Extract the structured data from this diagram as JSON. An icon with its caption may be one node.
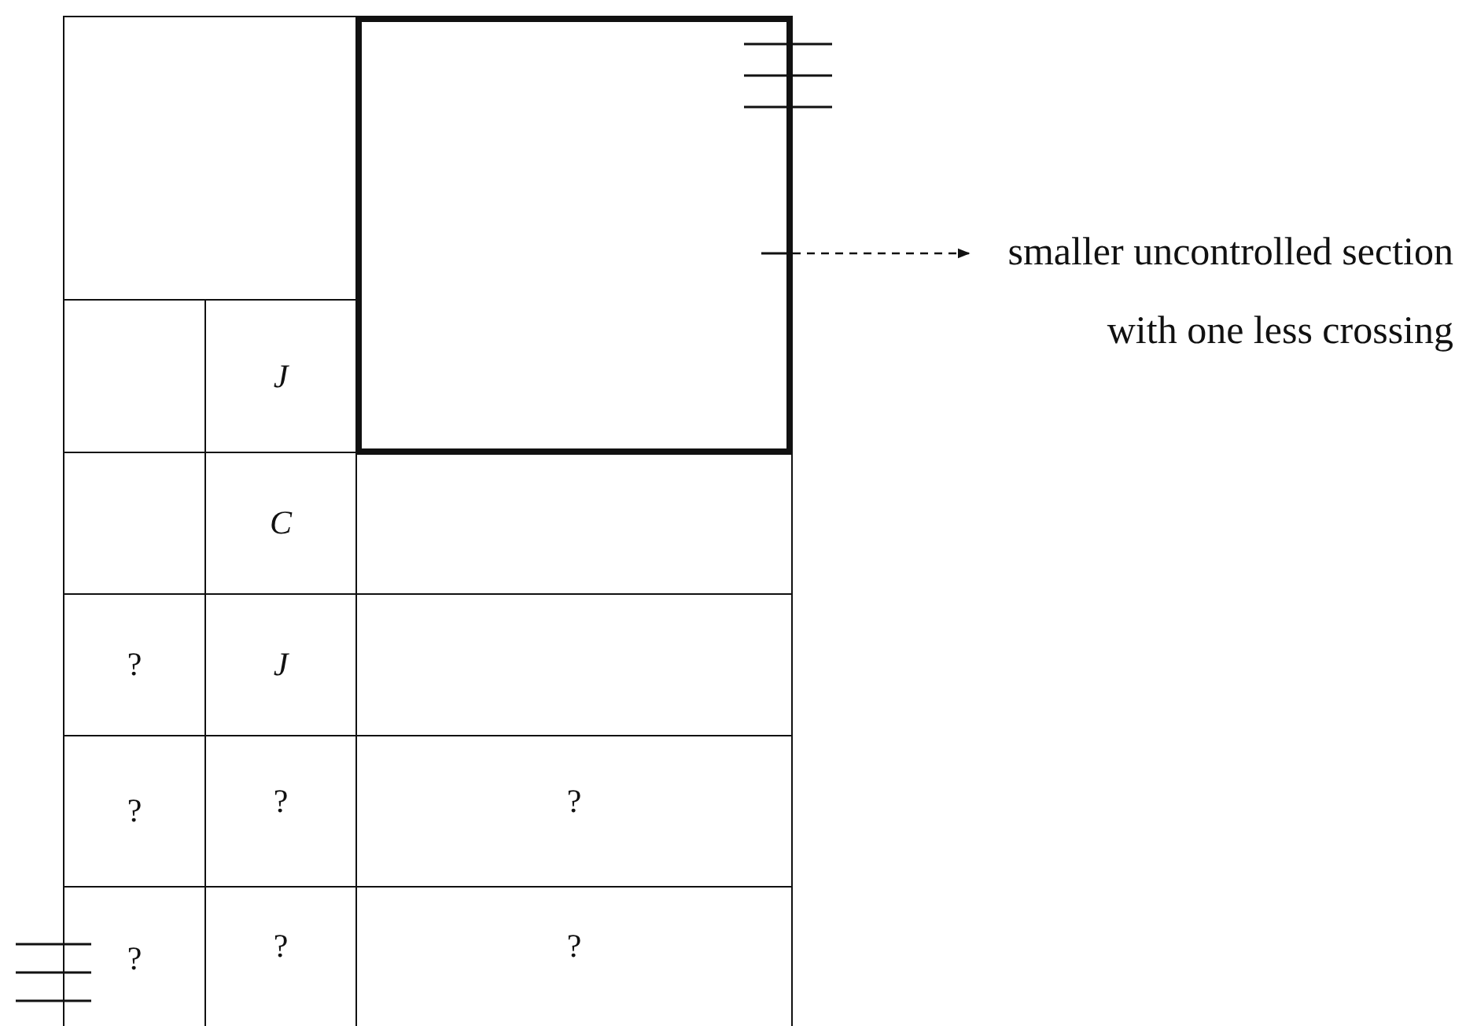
{
  "diagram": {
    "nodes": [
      {
        "text": [],
        "shape": "box"
      },
      {
        "text": [],
        "shape": "box"
      },
      {
        "text": [
          "smaller uncontrolled section with one less crossing"
        ]
      },
      {
        "text": [],
        "shape": "box"
      },
      {
        "text": [
          "J"
        ]
      },
      {
        "text": [],
        "shape": "box"
      },
      {
        "text": [
          "C"
        ]
      },
      {
        "text": [],
        "shape": "box"
      },
      {
        "text": [
          "?"
        ]
      },
      {
        "text": [
          "J"
        ]
      },
      {
        "text": [],
        "shape": "box"
      },
      {
        "text": [
          "?"
        ]
      },
      {
        "text": [
          "?"
        ]
      },
      {
        "text": [
          "?"
        ]
      },
      {
        "text": [
          "?"
        ]
      },
      {
        "text": [
          "?"
        ]
      },
      {
        "text": [
          "?"
        ]
      }
    ],
    "edges": [
      {
        "from": 1,
        "to": 2,
        "arrow": "to",
        "style": "dashed"
      }
    ]
  }
}
